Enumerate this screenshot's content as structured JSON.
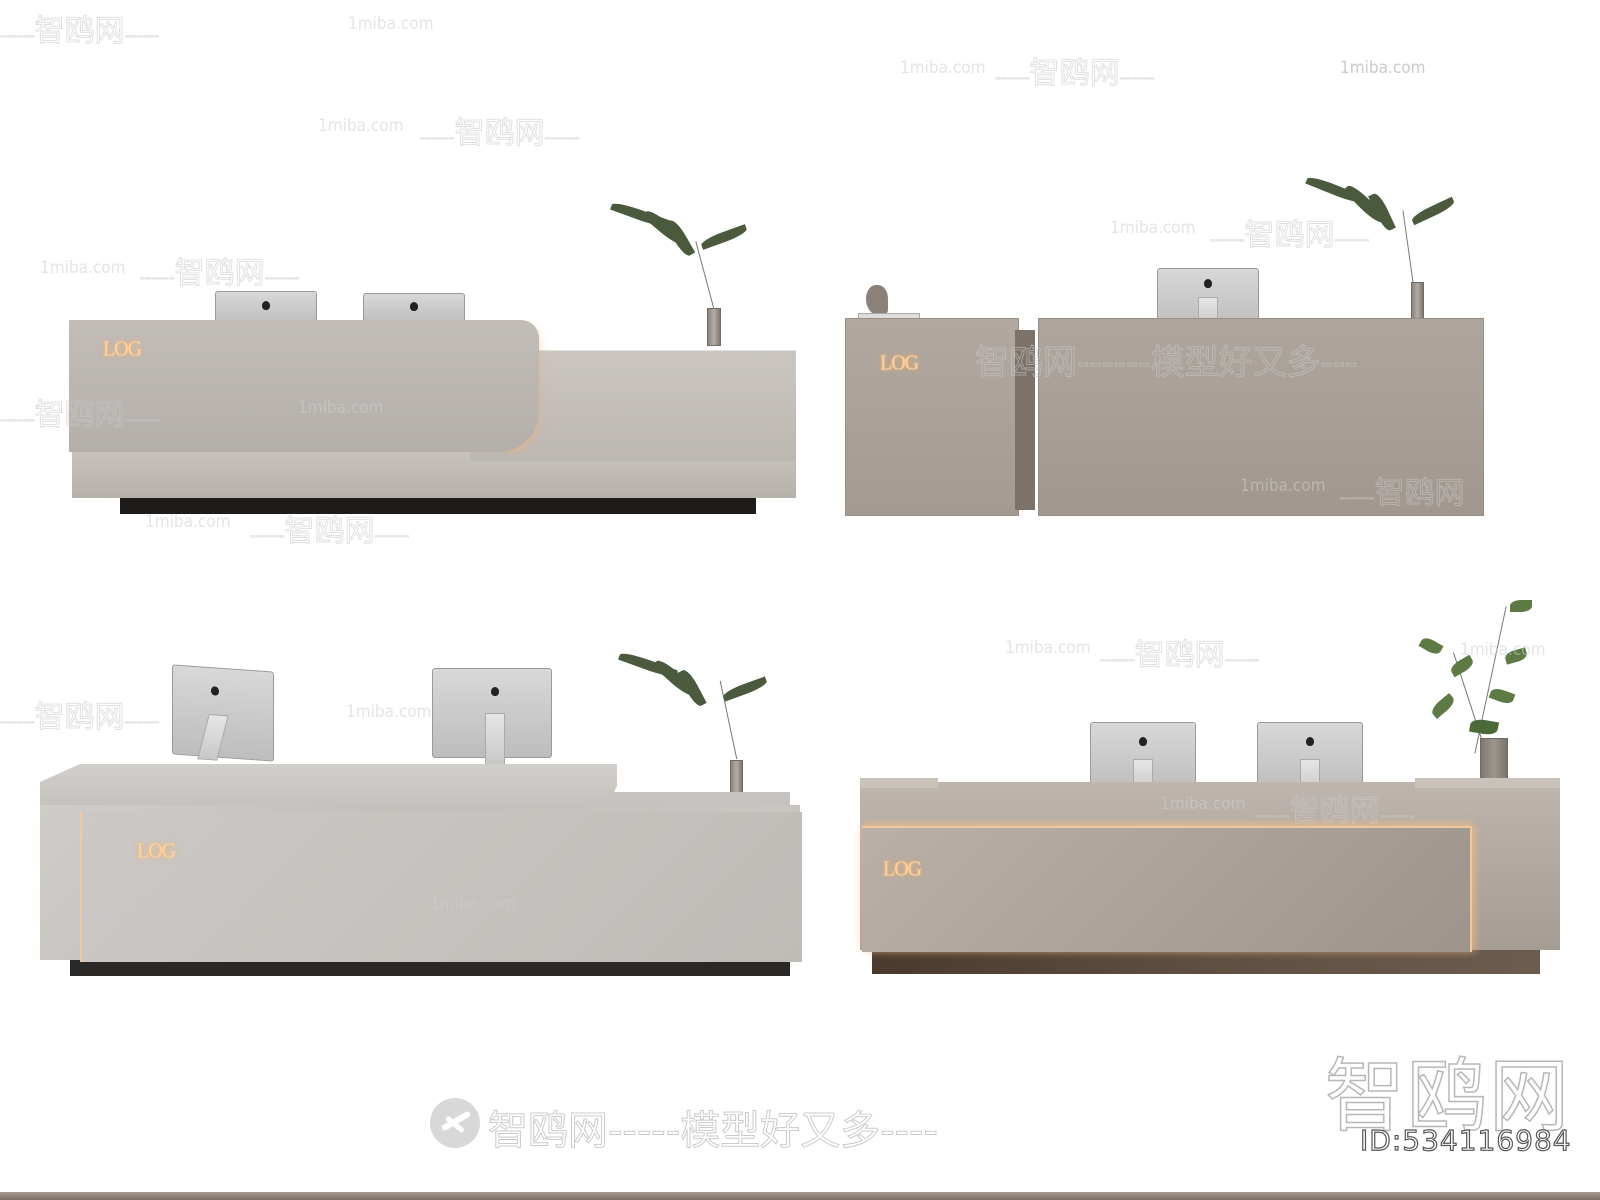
{
  "watermarks": {
    "brand_cn": "智鸥网",
    "site": "1miba.com",
    "slogan": "智鸥网-----模型好又多----",
    "slogan_mid": "智鸥网------模型好又多---",
    "dashes": "------",
    "id_label": "ID:534116984",
    "big_brand": "智鸥网"
  },
  "desks": [
    {
      "name": "desk-1",
      "logo": "LOG",
      "monitors": 2,
      "body_color": "#bfbab5",
      "plinth_color": "#1e1c1b",
      "accent_light": "#f5c27e"
    },
    {
      "name": "desk-2",
      "logo": "LOG",
      "monitors": 1,
      "body_color": "#a89f97",
      "plinth_color": "#8c837b",
      "accent_light": "#f5c27e"
    },
    {
      "name": "desk-3",
      "logo": "LOG",
      "monitors": 2,
      "body_color": "#cbc8c5",
      "plinth_color": "#2b2927",
      "accent_light": "#f5c27e"
    },
    {
      "name": "desk-4",
      "logo": "LOG",
      "monitors": 2,
      "body_color": "#a69d95",
      "plinth_color": "#5a4a3d",
      "accent_light": "#f5c27e"
    }
  ],
  "footer_bar_color": "#7b6e62"
}
